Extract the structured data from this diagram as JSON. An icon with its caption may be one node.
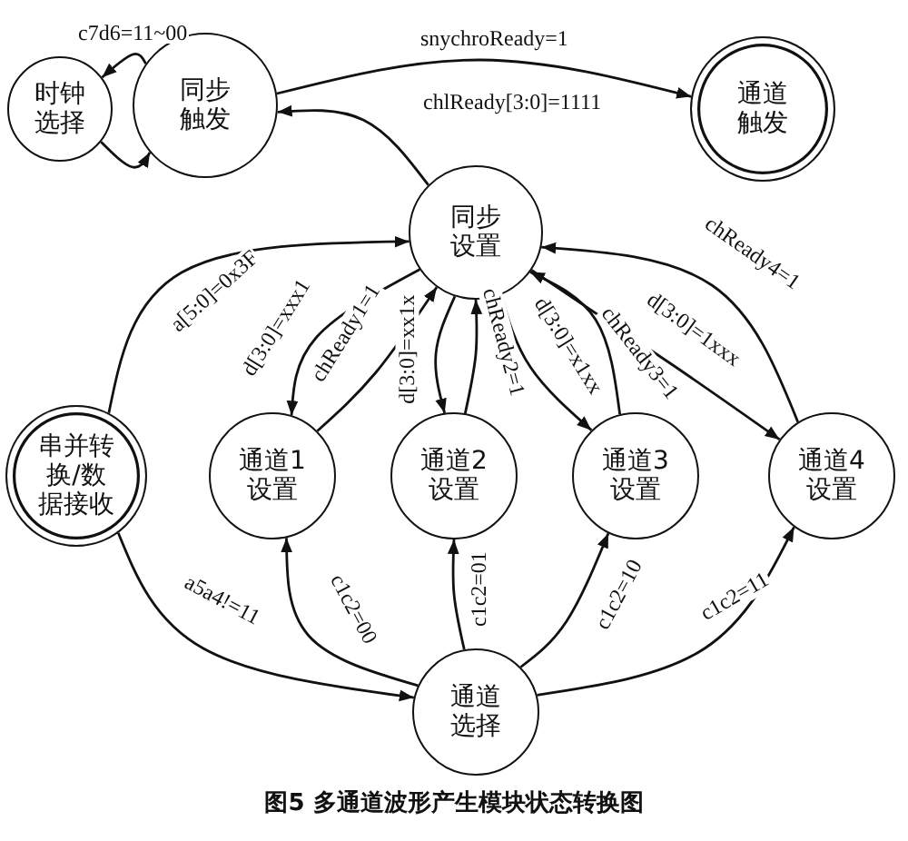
{
  "diagram": {
    "caption": "图5 多通道波形产生模块状态转换图",
    "nodes": [
      {
        "text": [
          "时钟选择"
        ]
      },
      {
        "text": [
          "同步触发"
        ]
      },
      {
        "text": [
          "通道触发"
        ]
      },
      {
        "text": [
          "同步设置"
        ]
      },
      {
        "text": [
          "串并转换/数据接收"
        ]
      },
      {
        "text": [
          "通道1设置"
        ]
      },
      {
        "text": [
          "通道2设置"
        ]
      },
      {
        "text": [
          "通道3设置"
        ]
      },
      {
        "text": [
          "通道4设置"
        ]
      },
      {
        "text": [
          "通道选择"
        ]
      }
    ],
    "edges": [
      {
        "from": 1,
        "to": 0,
        "arrow": "to",
        "label": "c7d6=11~00"
      },
      {
        "from": 0,
        "to": 1,
        "arrow": "to"
      },
      {
        "from": 1,
        "to": 2,
        "arrow": "to",
        "label": "snychroReady=1"
      },
      {
        "from": 3,
        "to": 1,
        "arrow": "to",
        "label": "chlReady[3:0]=1111"
      },
      {
        "from": 4,
        "to": 3,
        "arrow": "to",
        "label": "a[5:0]=0x3F"
      },
      {
        "from": 3,
        "to": 5,
        "arrow": "to",
        "label": "d[3:0]=xxx1"
      },
      {
        "from": 5,
        "to": 3,
        "arrow": "to",
        "label": "chReady1=1"
      },
      {
        "from": 3,
        "to": 6,
        "arrow": "to",
        "label": "d[3:0]=xx1x"
      },
      {
        "from": 6,
        "to": 3,
        "arrow": "to",
        "label": "chReady2=1"
      },
      {
        "from": 3,
        "to": 7,
        "arrow": "to",
        "label": "d[3:0]=x1xx"
      },
      {
        "from": 7,
        "to": 3,
        "arrow": "to",
        "label": "chReady3=1"
      },
      {
        "from": 3,
        "to": 8,
        "arrow": "to",
        "label": "d[3:0]=1xxx"
      },
      {
        "from": 8,
        "to": 3,
        "arrow": "to",
        "label": "chReady4=1"
      },
      {
        "from": 4,
        "to": 9,
        "arrow": "to",
        "label": "a5a4!=11"
      },
      {
        "from": 9,
        "to": 5,
        "arrow": "to",
        "label": "c1c2=00"
      },
      {
        "from": 9,
        "to": 6,
        "arrow": "to",
        "label": "c1c2=01"
      },
      {
        "from": 9,
        "to": 7,
        "arrow": "to",
        "label": "c1c2=10"
      },
      {
        "from": 9,
        "to": 8,
        "arrow": "to",
        "label": "c1c2=11"
      }
    ]
  }
}
